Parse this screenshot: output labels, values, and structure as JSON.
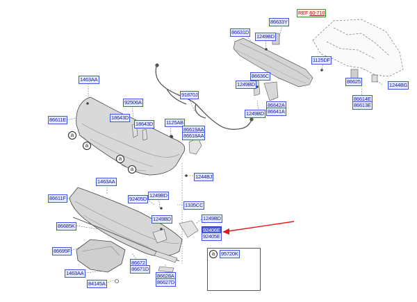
{
  "ref_label": {
    "prefix": "REF",
    "number": "60-710"
  },
  "callout_letter": "a",
  "parts": {
    "p86631d": "86631D",
    "p86633y": "86633Y",
    "p1249bd_a": "1249BD",
    "p1125df": "1125DF",
    "p1463aa_a": "1463AA",
    "p92506a": "92506A",
    "p86636c": "86636C",
    "p1249bd_b": "1249BD",
    "p91870j": "91870J",
    "p86625": "86625",
    "p1244bg": "1244BG",
    "p18643d_a": "18643D",
    "p18643d_b": "18643D",
    "p86611e": "86611E",
    "p86642a": "86642A",
    "p86641a": "86641A",
    "p1249bd_c": "1249BD",
    "p86614e": "86614E",
    "p86613e": "86613E",
    "p1125ab": "1125AB",
    "p86619aa": "86619AA",
    "p86618aa": "86618AA",
    "p1244bj": "1244BJ",
    "p1463aa_b": "1463AA",
    "p86611f": "86611F",
    "p92405d": "92405D",
    "p1249bd_d": "1249BD",
    "p1335cc": "1335CC",
    "p86685k": "86685K",
    "p1249bd_e": "1249BD",
    "p1249bd_f": "1249BD",
    "p92406e": "92406E",
    "p92405e": "92405E",
    "p86695f": "86695F",
    "p86672": "86672",
    "p86671d": "86671D",
    "p95720k": "95720K",
    "p1463aa_c": "1463AA",
    "p84145a": "84145A",
    "p86628a": "86628A",
    "p86627d": "86627D"
  },
  "colors": {
    "label_border": "#3b56e0",
    "label_fill": "#e6ecff",
    "label_text": "#1a1a9a",
    "highlight_fill": "#4a5bd8",
    "arrow": "#e01818",
    "ref_border": "#2a9a2a",
    "ref_text": "#b01010"
  }
}
